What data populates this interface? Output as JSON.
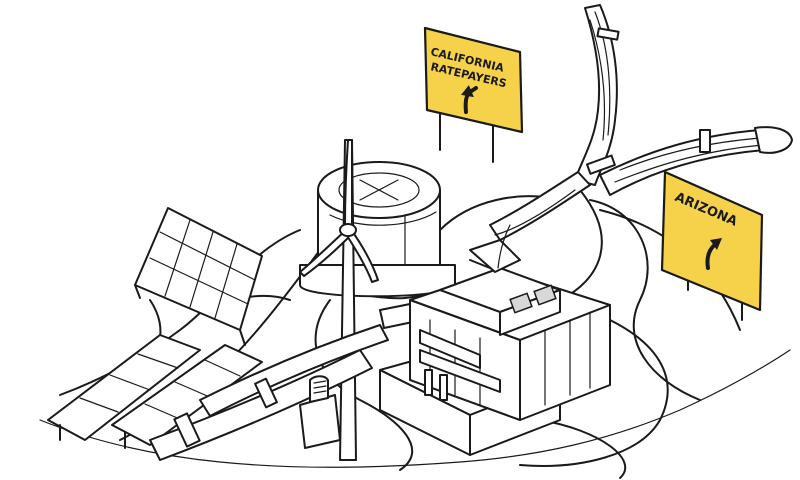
{
  "signs": {
    "california": {
      "line1": "CALIFORNIA",
      "line2": "RATEPAYERS"
    },
    "arizona": {
      "line1": "ARIZONA"
    }
  },
  "colors": {
    "sign_yellow": "#f6d24a",
    "ink": "#1a1a1a",
    "paper": "#ffffff"
  },
  "icons": {
    "california_arrow": "curved-arrow-up-icon",
    "arizona_arrow": "curved-arrow-up-right-icon"
  }
}
